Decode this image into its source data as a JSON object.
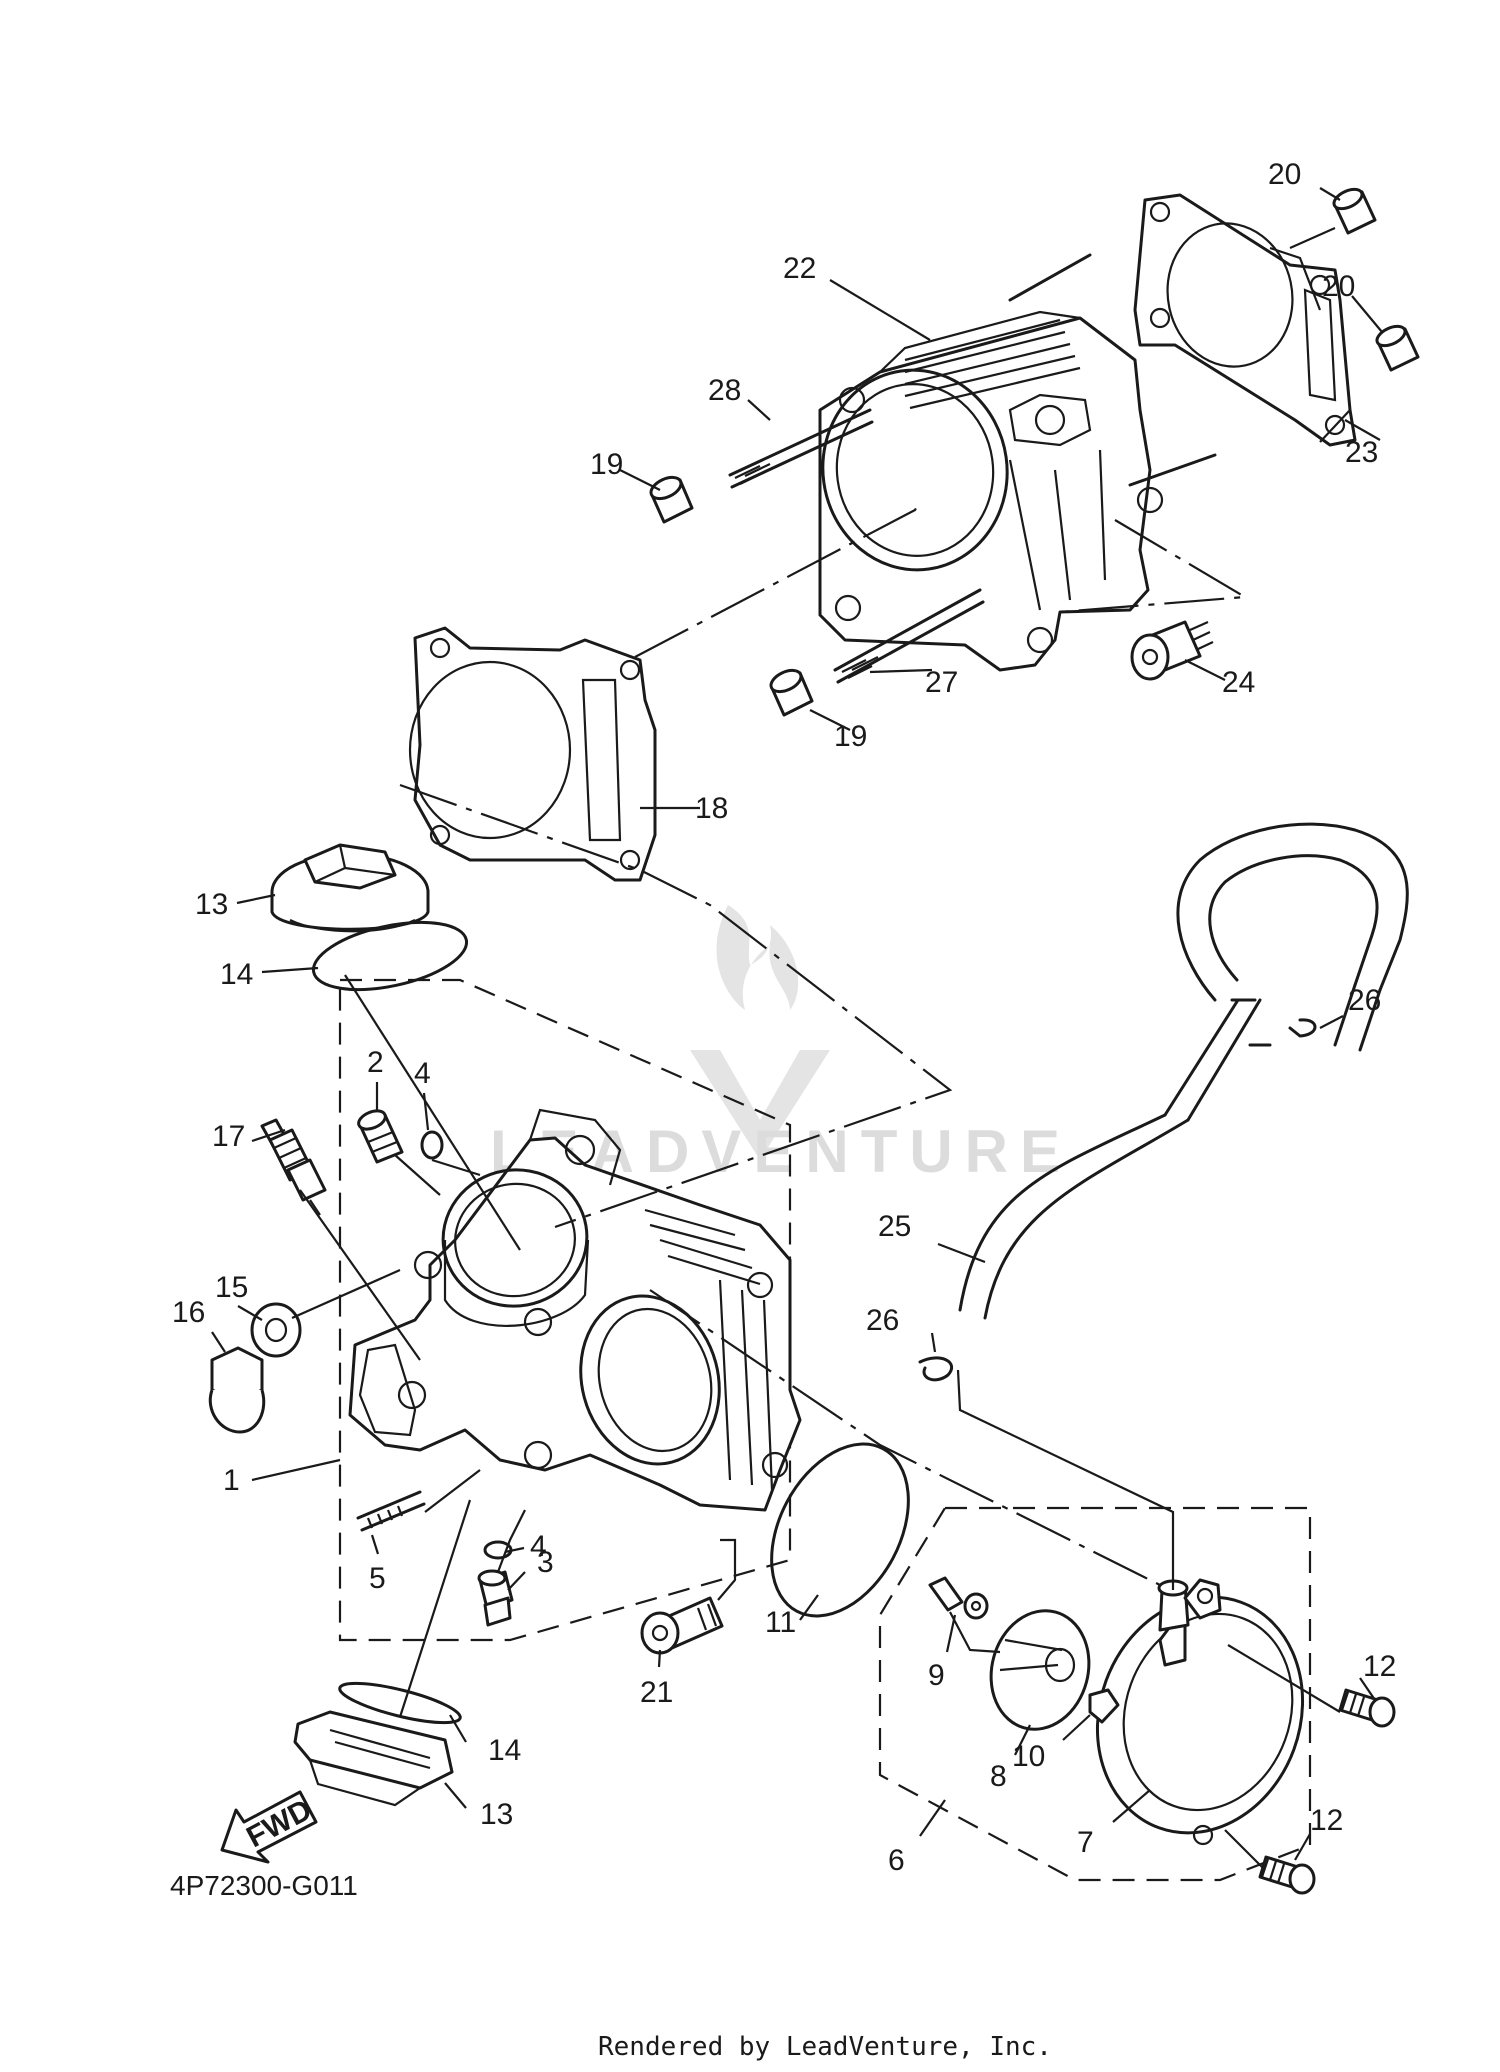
{
  "diagram": {
    "code": "4P72300-G011",
    "fwd_label": "FWD",
    "footer": "Rendered by LeadVenture, Inc.",
    "watermark": "LEADVENTURE",
    "callouts": [
      {
        "id": "c20a",
        "label": "20"
      },
      {
        "id": "c20b",
        "label": "20"
      },
      {
        "id": "c22",
        "label": "22"
      },
      {
        "id": "c23",
        "label": "23"
      },
      {
        "id": "c28",
        "label": "28"
      },
      {
        "id": "c19a",
        "label": "19"
      },
      {
        "id": "c19b",
        "label": "19"
      },
      {
        "id": "c27",
        "label": "27"
      },
      {
        "id": "c24",
        "label": "24"
      },
      {
        "id": "c18",
        "label": "18"
      },
      {
        "id": "c13a",
        "label": "13"
      },
      {
        "id": "c14a",
        "label": "14"
      },
      {
        "id": "c2",
        "label": "2"
      },
      {
        "id": "c4a",
        "label": "4"
      },
      {
        "id": "c17",
        "label": "17"
      },
      {
        "id": "c15",
        "label": "15"
      },
      {
        "id": "c16",
        "label": "16"
      },
      {
        "id": "c1",
        "label": "1"
      },
      {
        "id": "c5",
        "label": "5"
      },
      {
        "id": "c4b",
        "label": "4"
      },
      {
        "id": "c3",
        "label": "3"
      },
      {
        "id": "c21",
        "label": "21"
      },
      {
        "id": "c11",
        "label": "11"
      },
      {
        "id": "c14b",
        "label": "14"
      },
      {
        "id": "c13b",
        "label": "13"
      },
      {
        "id": "c26a",
        "label": "26"
      },
      {
        "id": "c25",
        "label": "25"
      },
      {
        "id": "c26b",
        "label": "26"
      },
      {
        "id": "c9",
        "label": "9"
      },
      {
        "id": "c8",
        "label": "8"
      },
      {
        "id": "c10",
        "label": "10"
      },
      {
        "id": "c12a",
        "label": "12"
      },
      {
        "id": "c12b",
        "label": "12"
      },
      {
        "id": "c7",
        "label": "7"
      },
      {
        "id": "c6",
        "label": "6"
      }
    ]
  }
}
